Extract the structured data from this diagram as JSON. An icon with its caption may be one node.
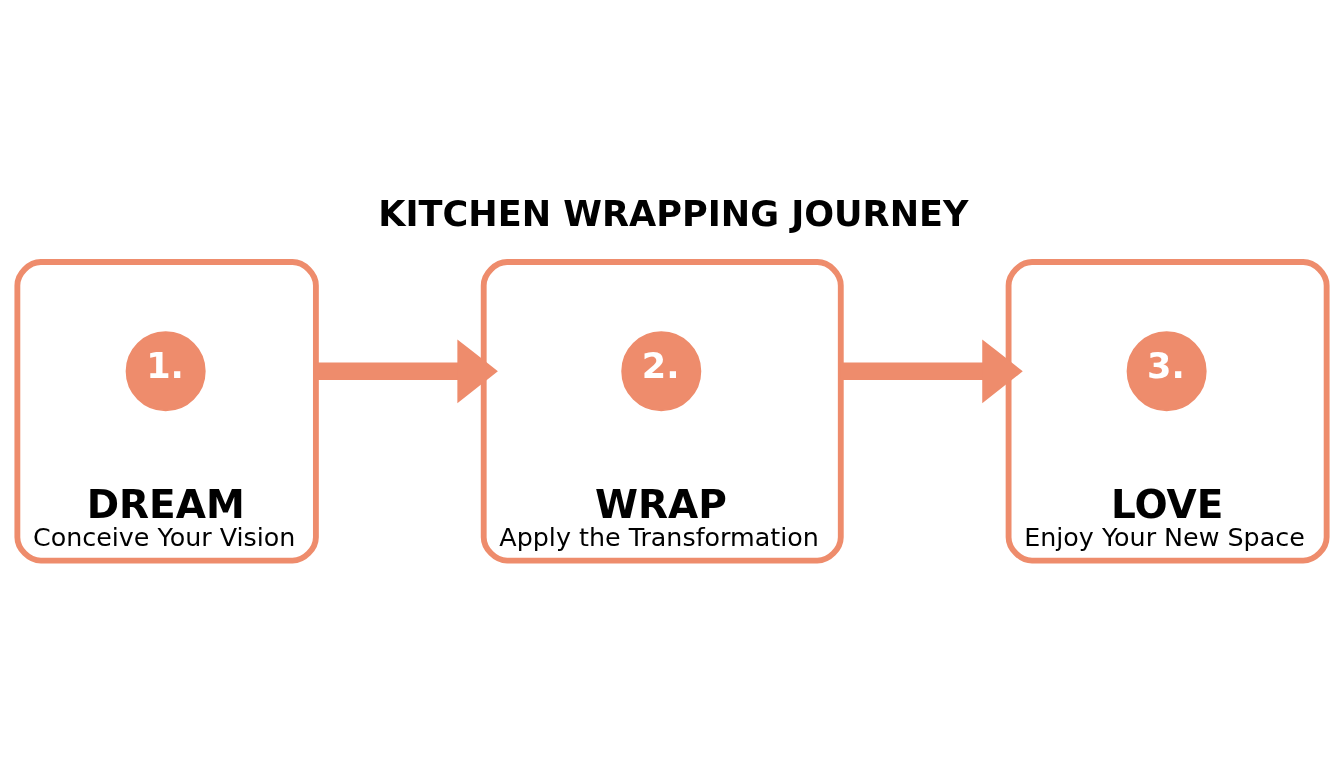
{
  "diagram": {
    "title": "KITCHEN WRAPPING JOURNEY",
    "nodes": [
      {
        "text": [
          "DREAM",
          "Conceive Your Vision"
        ]
      },
      {
        "text": [
          "1."
        ],
        "in": 0
      },
      {
        "text": [
          "WRAP",
          "Apply the Transformation"
        ]
      },
      {
        "text": [
          "2."
        ],
        "in": 2
      },
      {
        "text": [
          "LOVE",
          "Enjoy Your New Space"
        ]
      },
      {
        "text": [
          "3."
        ],
        "in": 4
      }
    ],
    "edges": [
      {
        "from": 0,
        "to": 2,
        "arrow": "to"
      },
      {
        "from": 2,
        "to": 4,
        "arrow": "to"
      }
    ]
  }
}
